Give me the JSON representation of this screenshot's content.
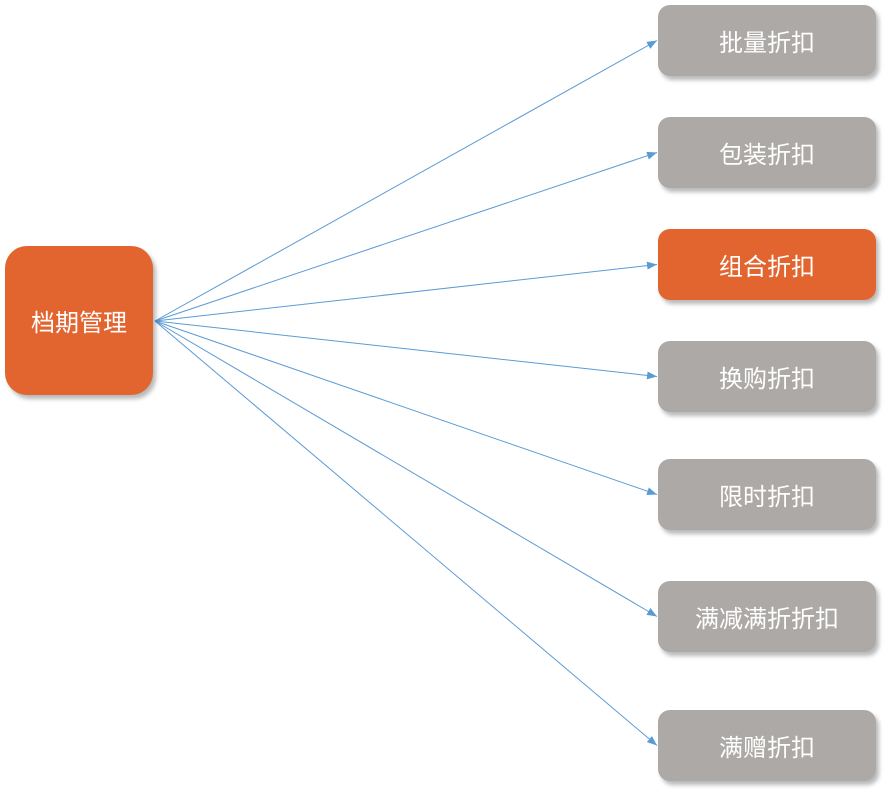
{
  "colors": {
    "accent": "#E2652F",
    "neutral": "#ADA9A6",
    "edge": "#5B9BD5"
  },
  "root": {
    "label": "档期管理",
    "highlighted": true
  },
  "leaves": [
    {
      "label": "批量折扣",
      "highlighted": false
    },
    {
      "label": "包装折扣",
      "highlighted": false
    },
    {
      "label": "组合折扣",
      "highlighted": true
    },
    {
      "label": "换购折扣",
      "highlighted": false
    },
    {
      "label": "限时折扣",
      "highlighted": false
    },
    {
      "label": "满减满折折扣",
      "highlighted": false
    },
    {
      "label": "满赠折扣",
      "highlighted": false
    }
  ]
}
